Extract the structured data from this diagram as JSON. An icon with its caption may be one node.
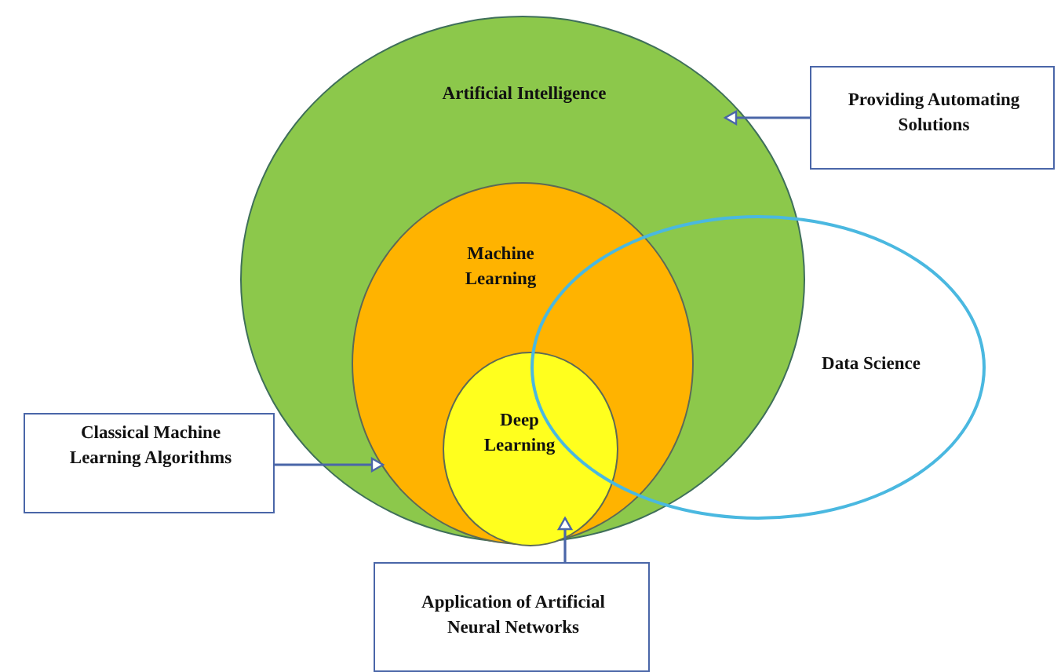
{
  "diagram": {
    "nodes": [
      {
        "text": [
          "Artificial Intelligence"
        ]
      },
      {
        "text": [
          "Providing Automating Solutions"
        ]
      },
      {
        "text": [
          "Machine Learning"
        ],
        "in": 0
      },
      {
        "text": [
          "Deep Learning"
        ],
        "in": 2
      },
      {
        "text": [
          "Data Science"
        ]
      },
      {
        "text": [
          "Classical Machine Learning Algorithms"
        ]
      },
      {
        "text": [
          "Application of Artificial Neural Networks"
        ]
      }
    ],
    "edges": [
      {
        "from": 1,
        "to": 0,
        "arrow": "to"
      },
      {
        "from": 5,
        "to": 2,
        "arrow": "to"
      },
      {
        "from": 6,
        "to": 3,
        "arrow": "to"
      }
    ]
  }
}
